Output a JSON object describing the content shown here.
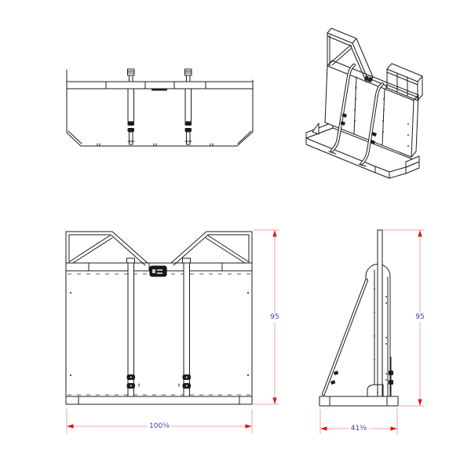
{
  "drawing": {
    "subject": "panel transport rack - multi-view engineering drawing",
    "views": {
      "top": {
        "label": "top-view"
      },
      "isometric": {
        "label": "isometric-view"
      },
      "front": {
        "label": "front-view",
        "width_dim": "100⅛",
        "height_dim": "95"
      },
      "side": {
        "label": "side-view",
        "depth_dim": "41⅜",
        "height_dim": "95"
      }
    },
    "colors": {
      "background": "#ffffff",
      "line": "#1c1c1c",
      "dimension_line": "#f2a6a6",
      "dimension_arrow": "#e01212",
      "dimension_text": "#3d3da8"
    }
  }
}
